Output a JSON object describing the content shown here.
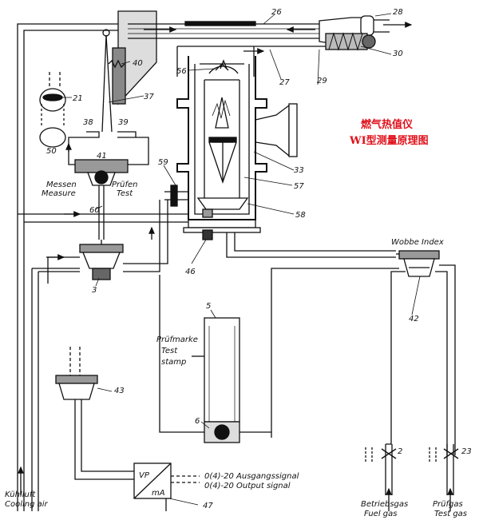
{
  "title_line1": "燃气热值仪",
  "title_line2": "WI型测量原理图",
  "callouts": {
    "n26": "26",
    "n28": "28",
    "n30": "30",
    "n40": "40",
    "n29": "29",
    "n27": "27",
    "n56": "56",
    "n21": "21",
    "n37": "37",
    "n38": "38",
    "n39": "39",
    "n50": "50",
    "n41": "41",
    "n33": "33",
    "n59": "59",
    "n57": "57",
    "n60": "60",
    "n58": "58",
    "n46": "46",
    "n3": "3",
    "n42": "42",
    "n5": "5",
    "n43": "43",
    "n6": "6",
    "n2": "2",
    "n23": "23",
    "n47": "47"
  },
  "labels": {
    "messen": "Messen",
    "measure": "Measure",
    "pruefen": "Prüfen",
    "test": "Test",
    "wobbe": "Wobbe Index",
    "pruefmarke": "Prüfmarke",
    "test_stamp_1": "Test",
    "test_stamp_2": "stamp",
    "out_de": "0(4)-20 Ausgangssignal",
    "out_en": "0(4)-20 Output signal",
    "vp": "VP",
    "ma": "mA",
    "kuehlluft": "Kühlluft",
    "cooling_air": "Cooling air",
    "betriebsgas": "Betriebsgas",
    "fuel_gas": "Fuel gas",
    "pruefgas": "Prüfgas",
    "test_gas": "Test gas"
  }
}
